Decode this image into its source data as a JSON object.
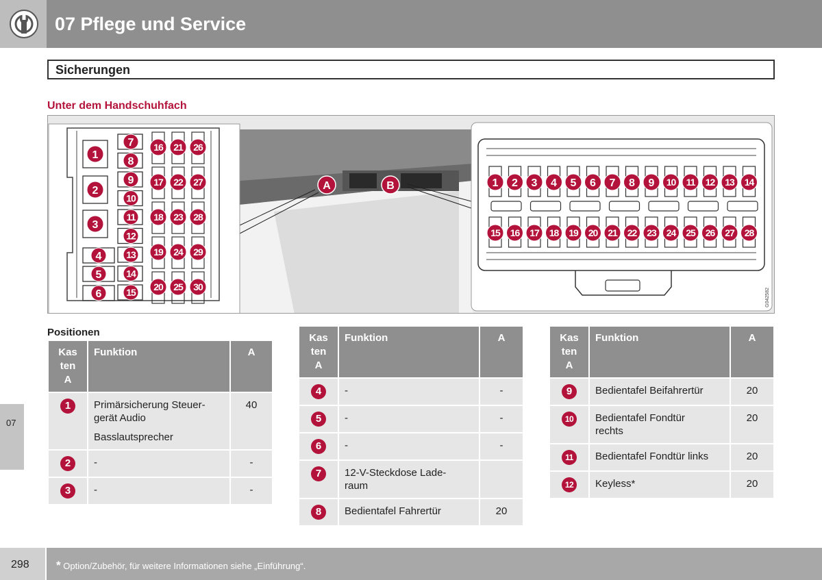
{
  "header": {
    "chapter_title": "07 Pflege und Service",
    "icon": "wrench-icon"
  },
  "section_title": "Sicherungen",
  "subheading": "Unter dem Handschuhfach",
  "accent_color": "#b3133a",
  "figure": {
    "code": "G042582",
    "location_labels": [
      "A",
      "B"
    ],
    "box_a_large": [
      "1",
      "2",
      "3"
    ],
    "box_a_small": [
      "4",
      "5",
      "6"
    ],
    "box_a_col_mid": [
      "7",
      "8",
      "9",
      "10",
      "11",
      "12",
      "13",
      "14",
      "15"
    ],
    "box_a_grid": [
      "16",
      "21",
      "26",
      "17",
      "22",
      "27",
      "18",
      "23",
      "28",
      "19",
      "24",
      "29",
      "20",
      "25",
      "30"
    ],
    "box_b_top": [
      "1",
      "2",
      "3",
      "4",
      "5",
      "6",
      "7",
      "8",
      "9",
      "10",
      "11",
      "12",
      "13",
      "14"
    ],
    "box_b_bottom": [
      "15",
      "16",
      "17",
      "18",
      "19",
      "20",
      "21",
      "22",
      "23",
      "24",
      "25",
      "26",
      "27",
      "28"
    ]
  },
  "positions_label": "Positionen",
  "table_headers": {
    "kasten": "Kas ten A",
    "kasten_lines": [
      "Kas",
      "ten",
      "A"
    ],
    "funktion": "Funktion",
    "ampere": "A"
  },
  "tables": [
    [
      {
        "pos": "1",
        "funktion": "Primärsicherung Steuer-gerät Audio",
        "funktion_lines": [
          "Primärsicherung Steuer-",
          "gerät Audio"
        ],
        "extra": "Basslautsprecher",
        "a": "40"
      },
      {
        "pos": "2",
        "funktion": "-",
        "a": "-"
      },
      {
        "pos": "3",
        "funktion": "-",
        "a": "-"
      }
    ],
    [
      {
        "pos": "4",
        "funktion": "-",
        "a": "-"
      },
      {
        "pos": "5",
        "funktion": "-",
        "a": "-"
      },
      {
        "pos": "6",
        "funktion": "-",
        "a": "-"
      },
      {
        "pos": "7",
        "funktion": "12-V-Steckdose Lade-raum",
        "funktion_lines": [
          "12-V-Steckdose Lade-",
          "raum"
        ],
        "a": ""
      },
      {
        "pos": "8",
        "funktion": "Bedientafel Fahrertür",
        "a": "20"
      }
    ],
    [
      {
        "pos": "9",
        "funktion": "Bedientafel Beifahrertür",
        "a": "20"
      },
      {
        "pos": "10",
        "funktion": "Bedientafel Fondtür rechts",
        "funktion_lines": [
          "Bedientafel Fondtür",
          "rechts"
        ],
        "a": "20"
      },
      {
        "pos": "11",
        "funktion": "Bedientafel Fondtür links",
        "a": "20"
      },
      {
        "pos": "12",
        "funktion": "Keyless*",
        "a": "20"
      }
    ]
  ],
  "side_tab": "07",
  "footer": {
    "page_number": "298",
    "star": "*",
    "note": "Option/Zubehör, für weitere Informationen siehe „Einführung“."
  }
}
